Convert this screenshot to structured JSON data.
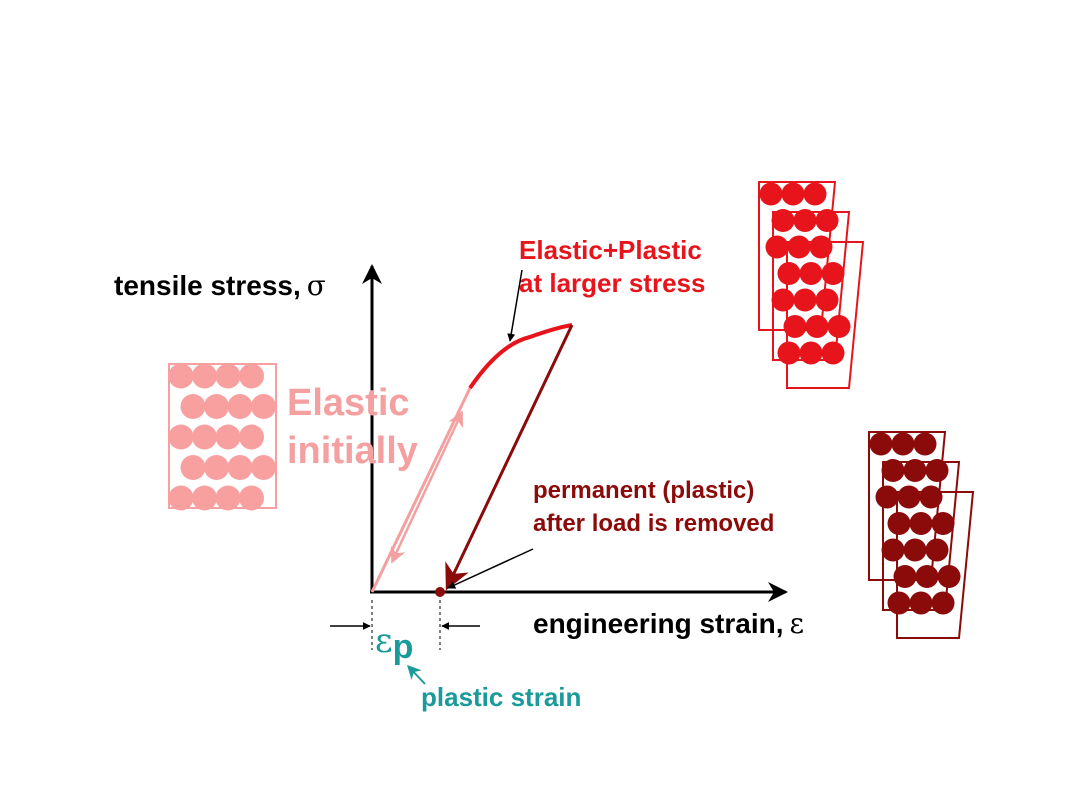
{
  "labels": {
    "stress_axis": "tensile stress,",
    "stress_symbol": "σ",
    "strain_axis": "engineering strain,",
    "strain_symbol": "ε",
    "elastic_line1": "Elastic",
    "elastic_line2": "initially",
    "plastic_line1": "Elastic+Plastic",
    "plastic_line2": "at larger stress",
    "permanent_line1": "permanent (plastic)",
    "permanent_line2": "after load is removed",
    "ep_symbol": "ε",
    "ep_sub": "p",
    "plastic_strain": "plastic strain"
  },
  "colors": {
    "axis": "#000000",
    "elastic": "#f4a0a0",
    "elastic_atom": "#f8a0a0",
    "plastic": "#e8141c",
    "permanent": "#8b0a0a",
    "strain_label": "#1a9a9a",
    "black": "#000000"
  },
  "lattices": {
    "elastic": {
      "rows": 5,
      "cols": 4,
      "sheared": false
    },
    "plastic": {
      "rows": 7,
      "cols": 3,
      "sheared": true
    },
    "permanent": {
      "rows": 7,
      "cols": 3,
      "sheared": true
    }
  }
}
